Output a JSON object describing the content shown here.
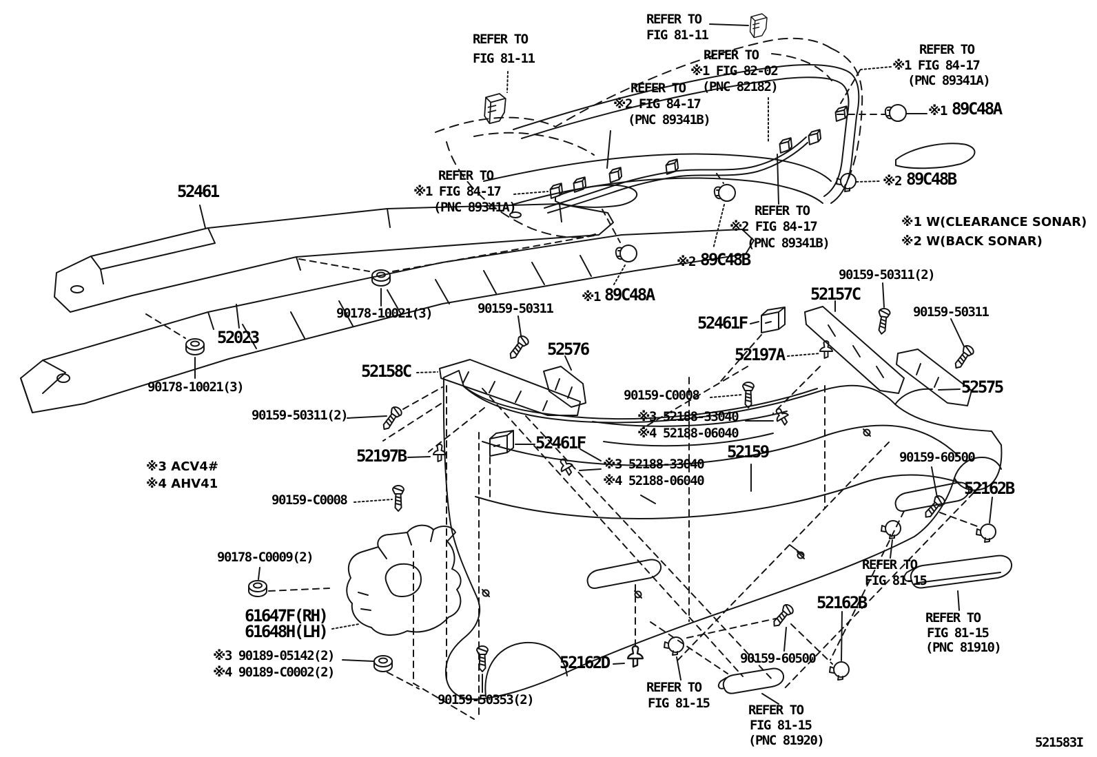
{
  "diagram_code": "521583I",
  "notes": {
    "clearance_sonar": "※1 W(CLEARANCE SONAR)",
    "back_sonar": "※2 W(BACK SONAR)",
    "model_acv": "※3 ACV4#",
    "model_ahv": "※4 AHV41"
  },
  "refs": {
    "fig8111_left": [
      "REFER TO",
      "FIG 81-11"
    ],
    "fig8111_top": [
      "REFER TO",
      "FIG 81-11"
    ],
    "fig8202": [
      "REFER TO",
      "※1 FIG 82-02",
      "(PNC 82182)"
    ],
    "fig8417_top": [
      "REFER TO",
      "※2 FIG 84-17",
      "(PNC 89341B)"
    ],
    "fig8417_right": [
      "REFER TO",
      "※1 FIG 84-17",
      "(PNC 89341A)"
    ],
    "fig8417_left": [
      "REFER TO",
      "※1 FIG 84-17",
      "(PNC 89341A)"
    ],
    "fig8417_mid": [
      "REFER TO",
      "※2 FIG 84-17",
      "(PNC 89341B)"
    ],
    "fig8115_right": [
      "REFER TO",
      "FIG 81-15"
    ],
    "fig8115_pnc81910": [
      "REFER TO",
      "FIG 81-15",
      "(PNC 81910)"
    ],
    "fig8115_bottom": [
      "REFER TO",
      "FIG 81-15"
    ],
    "fig8115_pnc81920": [
      "REFER TO",
      "FIG 81-15",
      "(PNC 81920)"
    ]
  },
  "parts": {
    "p52461": "52461",
    "p52023": "52023",
    "p52158c": "52158C",
    "p52576": "52576",
    "p52461f": "52461F",
    "p52197a": "52197A",
    "p52197b": "52197B",
    "p52157c": "52157C",
    "p52575": "52575",
    "p52159": "52159",
    "p52162b": "52162B",
    "p52162d": "52162D",
    "p61647f": "61647F(RH)",
    "p61648h": "61648H(LH)",
    "sonar1_prefix": "※1",
    "sonar1_code": "89C48A",
    "sonar2_prefix": "※2",
    "sonar2_code": "89C48B"
  },
  "fasteners": {
    "f90178_10021": "90178-10021(3)",
    "f90159_50311": "90159-50311",
    "f90159_50311_x2": "90159-50311(2)",
    "f90159_c0008": "90159-C0008",
    "f52188_33040": "※3 52188-33040",
    "f52188_06040": "※4 52188-06040",
    "f90159_60500": "90159-60500",
    "f90178_c0009": "90178-C0009(2)",
    "f90189_05142": "※3 90189-05142(2)",
    "f90189_c0002": "※4 90189-C0002(2)",
    "f90159_50353": "90159-50353(2)"
  }
}
